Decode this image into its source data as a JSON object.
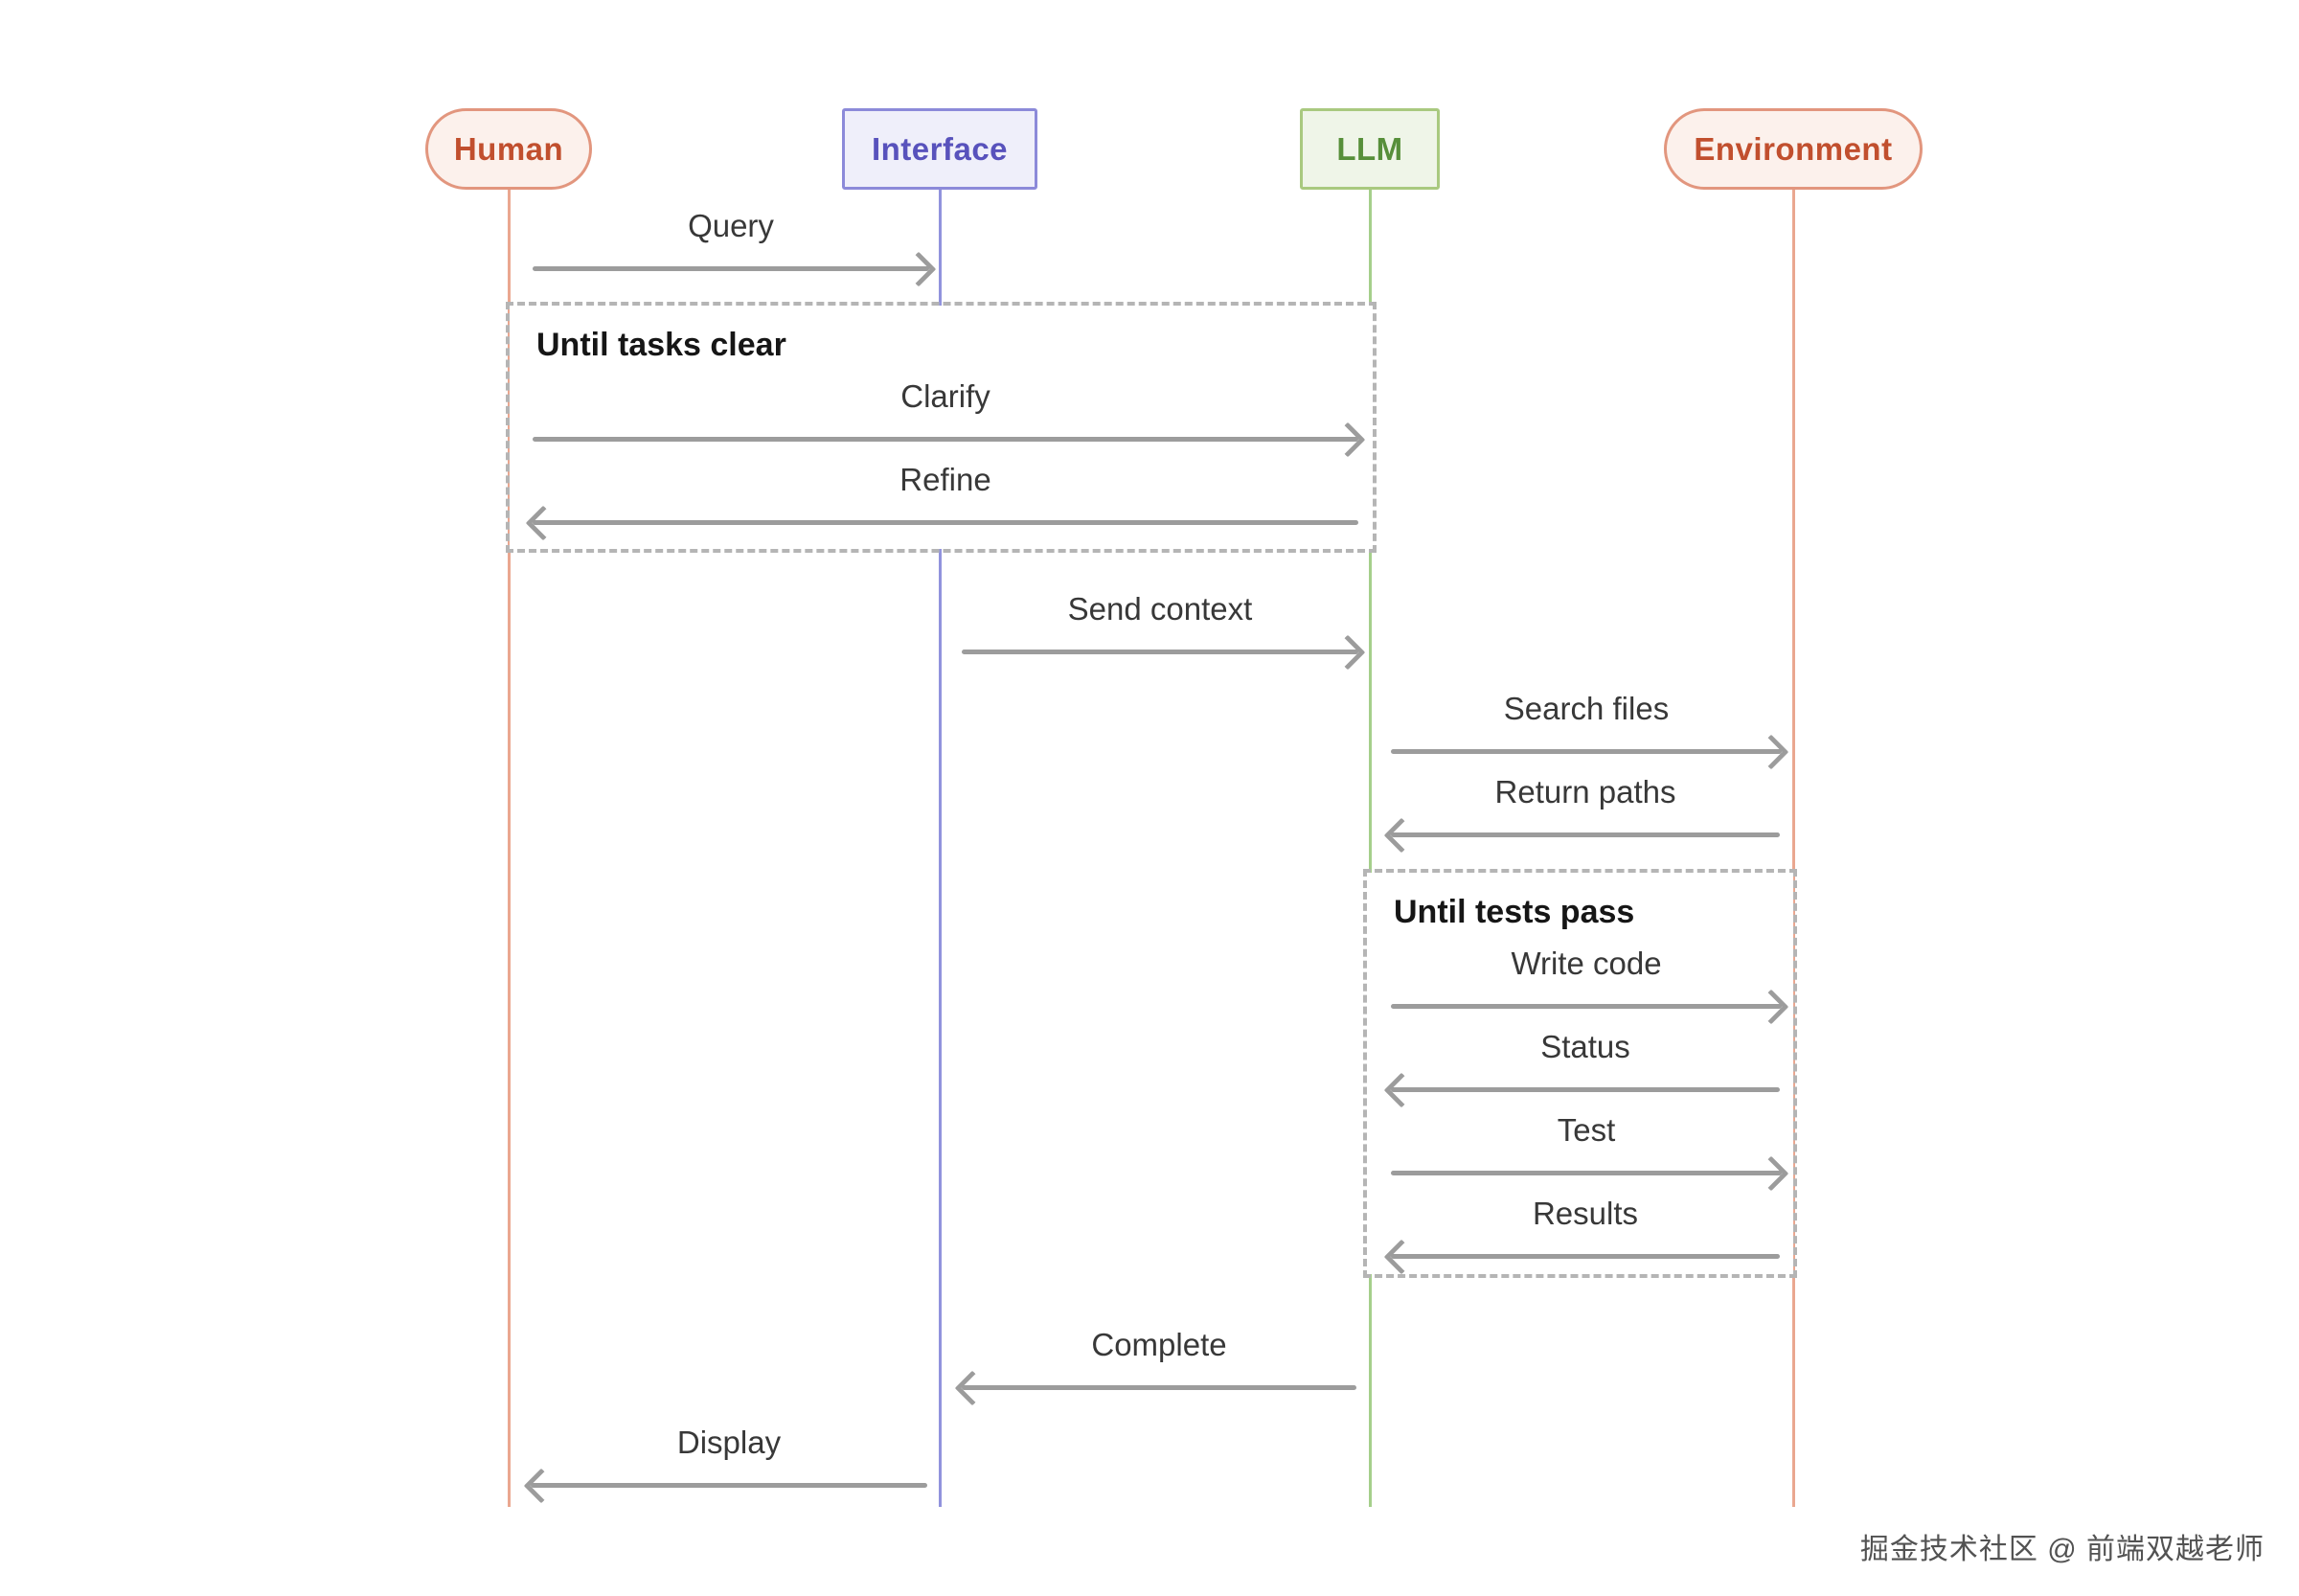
{
  "diagram": {
    "type": "sequence-diagram",
    "actors": [
      {
        "label": "Human",
        "shape": "pill",
        "text_color": "#c14f2e",
        "fill": "#fcf1ec",
        "border": "#e2967e"
      },
      {
        "label": "Interface",
        "shape": "rect",
        "text_color": "#5852bc",
        "fill": "#efeffa",
        "border": "#8c8ad9"
      },
      {
        "label": "LLM",
        "shape": "rect",
        "text_color": "#578f3a",
        "fill": "#eff5e8",
        "border": "#a9c97f"
      },
      {
        "label": "Environment",
        "shape": "pill",
        "text_color": "#c14f2e",
        "fill": "#fcf1ec",
        "border": "#e2967e"
      }
    ],
    "messages": [
      {
        "label": "Query",
        "from": "Human",
        "to": "Interface",
        "direction": "right"
      },
      {
        "label": "Clarify",
        "from": "Human",
        "to": "LLM",
        "direction": "right"
      },
      {
        "label": "Refine",
        "from": "LLM",
        "to": "Human",
        "direction": "left"
      },
      {
        "label": "Send context",
        "from": "Interface",
        "to": "LLM",
        "direction": "right"
      },
      {
        "label": "Search files",
        "from": "LLM",
        "to": "Environment",
        "direction": "right"
      },
      {
        "label": "Return paths",
        "from": "Environment",
        "to": "LLM",
        "direction": "left"
      },
      {
        "label": "Write code",
        "from": "LLM",
        "to": "Environment",
        "direction": "right"
      },
      {
        "label": "Status",
        "from": "Environment",
        "to": "LLM",
        "direction": "left"
      },
      {
        "label": "Test",
        "from": "LLM",
        "to": "Environment",
        "direction": "right"
      },
      {
        "label": "Results",
        "from": "Environment",
        "to": "LLM",
        "direction": "left"
      },
      {
        "label": "Complete",
        "from": "LLM",
        "to": "Interface",
        "direction": "left"
      },
      {
        "label": "Display",
        "from": "Interface",
        "to": "Human",
        "direction": "left"
      }
    ],
    "loops": [
      {
        "title": "Until tasks clear",
        "contains": [
          "Clarify",
          "Refine"
        ]
      },
      {
        "title": "Until tests pass",
        "contains": [
          "Write code",
          "Status",
          "Test",
          "Results"
        ]
      }
    ],
    "colors": {
      "arrow": "#9c9c9c",
      "message_label": "#383838",
      "loop_border": "#b5b5b5",
      "lifeline_salmon": "#eaa790",
      "lifeline_purple": "#9193dd",
      "lifeline_green": "#a5cf8b",
      "background": "#ffffff"
    }
  },
  "watermark": {
    "text": "掘金技术社区 @ 前端双越老师"
  }
}
